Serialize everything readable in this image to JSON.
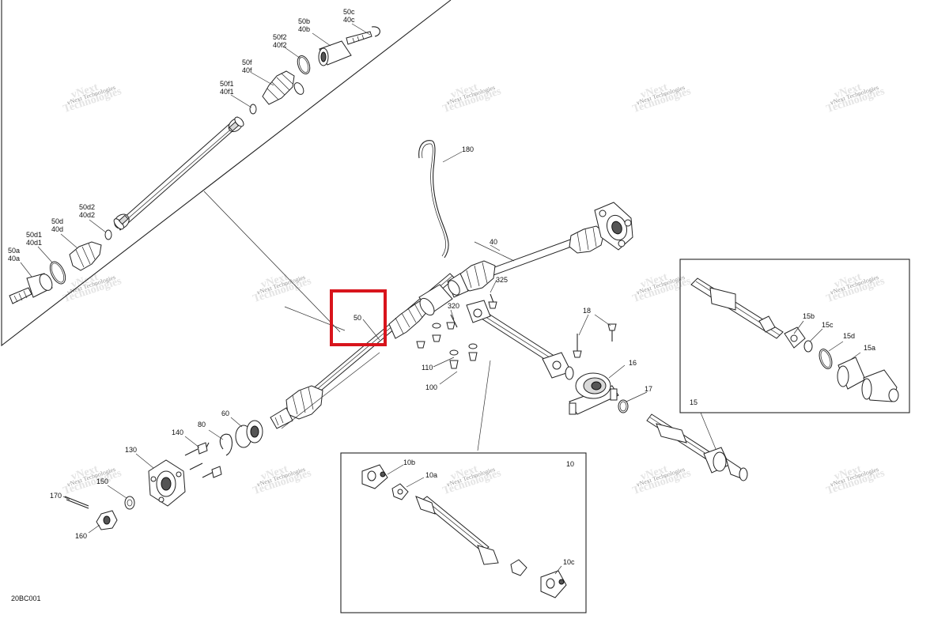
{
  "figure_code": "20BC001",
  "watermark": {
    "line1": "vNext",
    "line2": "Technologies",
    "combined": "vNext Technologies"
  },
  "highlight": {
    "color": "#d8141c",
    "label": "50"
  },
  "callouts": {
    "c50c_40c": [
      "50c",
      "40c"
    ],
    "c50b_40b": [
      "50b",
      "40b"
    ],
    "c50f2_40f2": [
      "50f2",
      "40f2"
    ],
    "c50f_40f": [
      "50f",
      "40f"
    ],
    "c50f1_40f1": [
      "50f1",
      "40f1"
    ],
    "c50d2_40d2": [
      "50d2",
      "40d2"
    ],
    "c50d_40d": [
      "50d",
      "40d"
    ],
    "c50d1_40d1": [
      "50d1",
      "40d1"
    ],
    "c50a_40a": [
      "50a",
      "40a"
    ],
    "c180": "180",
    "c40": "40",
    "c325": "325",
    "c320": "320",
    "c18": "18",
    "c16": "16",
    "c17": "17",
    "c110": "110",
    "c100": "100",
    "c60": "60",
    "c80": "80",
    "c140": "140",
    "c130": "130",
    "c150": "150",
    "c170": "170",
    "c160": "160",
    "c15": "15",
    "c15a": "15a",
    "c15b": "15b",
    "c15c": "15c",
    "c15d": "15d",
    "c10": "10",
    "c10a": "10a",
    "c10b": "10b",
    "c10c": "10c"
  }
}
